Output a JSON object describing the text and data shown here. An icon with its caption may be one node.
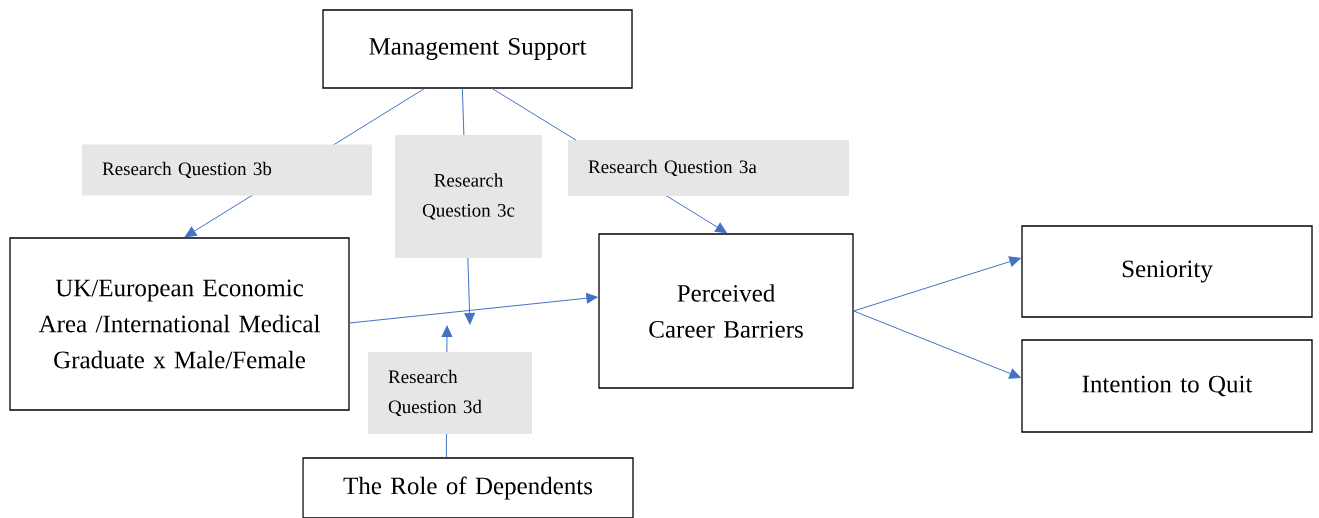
{
  "diagram": {
    "nodes": [
      {
        "text": [
          "Management Support"
        ]
      },
      {
        "text": [
          "UK/European Economic Area /International Medical Graduate x Male/Female"
        ]
      },
      {
        "text": [
          "Perceived Career Barriers"
        ]
      },
      {
        "text": [
          "Seniority"
        ]
      },
      {
        "text": [
          "Intention to Quit"
        ]
      },
      {
        "text": [
          "The Role of Dependents"
        ]
      }
    ],
    "edges": [
      {
        "from": 0,
        "to": 1,
        "arrow": "to",
        "label": "Research Question 3b"
      },
      {
        "from": 0,
        "to": 2,
        "arrow": "to",
        "label": "Research Question 3a"
      },
      {
        "from": 0,
        "to": null,
        "arrow": "to",
        "label": "Research Question 3c"
      },
      {
        "from": 1,
        "to": 2,
        "arrow": "to"
      },
      {
        "from": 5,
        "to": null,
        "arrow": "to",
        "label": "Research Question 3d"
      },
      {
        "from": 2,
        "to": 3,
        "arrow": "to"
      },
      {
        "from": 2,
        "to": 4,
        "arrow": "to"
      }
    ]
  }
}
